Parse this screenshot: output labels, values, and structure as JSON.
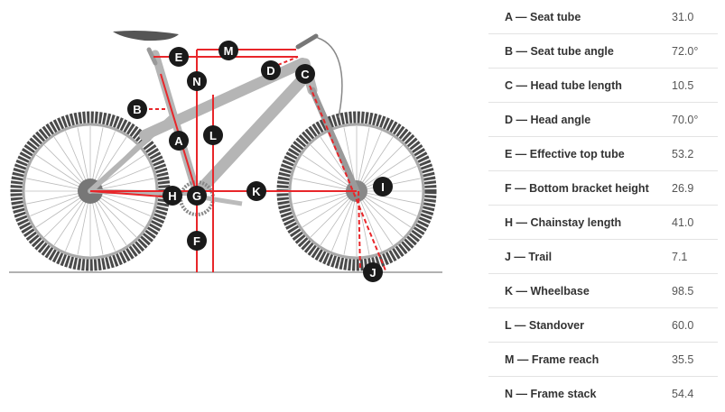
{
  "diagram": {
    "labels": [
      "A",
      "B",
      "C",
      "D",
      "E",
      "F",
      "G",
      "H",
      "I",
      "J",
      "K",
      "L",
      "M",
      "N"
    ],
    "accent_color": "#e8262a"
  },
  "geometry": [
    {
      "label": "A — Seat tube",
      "value": "31.0"
    },
    {
      "label": "B — Seat tube angle",
      "value": "72.0°"
    },
    {
      "label": "C — Head tube length",
      "value": "10.5"
    },
    {
      "label": "D — Head angle",
      "value": "70.0°"
    },
    {
      "label": "E — Effective top tube",
      "value": "53.2"
    },
    {
      "label": "F — Bottom bracket height",
      "value": "26.9"
    },
    {
      "label": "H — Chainstay length",
      "value": "41.0"
    },
    {
      "label": "J — Trail",
      "value": "7.1"
    },
    {
      "label": "K — Wheelbase",
      "value": "98.5"
    },
    {
      "label": "L — Standover",
      "value": "60.0"
    },
    {
      "label": "M — Frame reach",
      "value": "35.5"
    },
    {
      "label": "N — Frame stack",
      "value": "54.4"
    }
  ]
}
